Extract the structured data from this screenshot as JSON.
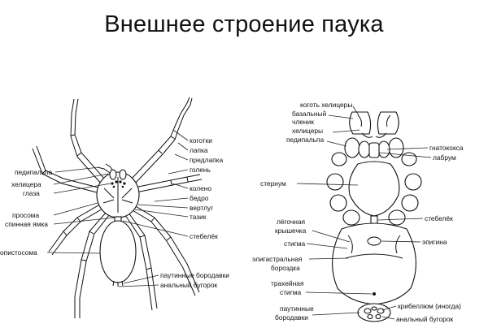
{
  "title": "Внешнее строение паука",
  "left_diagram": {
    "labels_right": [
      "коготки",
      "лапка",
      "предлапка",
      "голень",
      "колено",
      "бедро",
      "вертлуг",
      "тазик",
      "стебелёк",
      "паутинные бородавки",
      "анальный бугорок"
    ],
    "labels_left": [
      "педипальпа",
      "хелицера",
      "глаза",
      "просома",
      "спинная ямка",
      "опистосома"
    ]
  },
  "right_diagram": {
    "labels_top": [
      "коготь хелицеры",
      "базальный",
      "членик",
      "хелицеры",
      "педипальпа"
    ],
    "labels_right": [
      "гнатококса",
      "лабрум",
      "стебелёк",
      "эпигина",
      "крибеллюм (иногда)",
      "анальный бугорок"
    ],
    "labels_left": [
      "стернум",
      "лёгочная",
      "крышечка",
      "стигма",
      "элигастральная",
      "бороздка",
      "трахейная",
      "стигма",
      "паутинные",
      "бородавки"
    ]
  }
}
